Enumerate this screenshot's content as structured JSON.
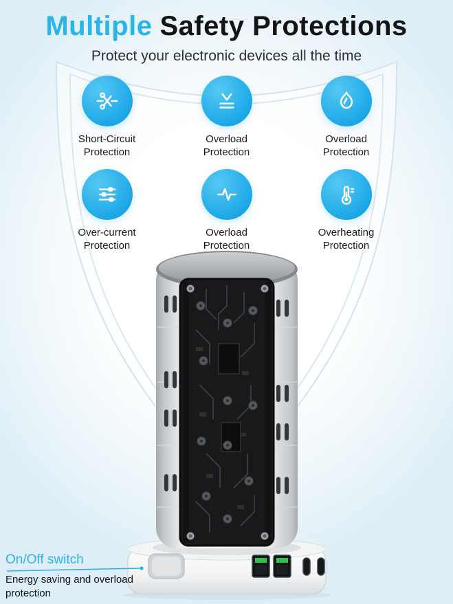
{
  "title": {
    "highlight": "Multiple",
    "rest": "Safety Protections"
  },
  "subtitle": "Protect your electronic devices all the time",
  "features": [
    {
      "icon": "short-circuit-icon",
      "label": "Short-Circuit Protection"
    },
    {
      "icon": "voltage-overload-icon",
      "label": "Overload Protection"
    },
    {
      "icon": "flame-overload-icon",
      "label": "Overload Protection"
    },
    {
      "icon": "over-current-icon",
      "label": "Over-current Protection"
    },
    {
      "icon": "surge-wave-icon",
      "label": "Overload Protection"
    },
    {
      "icon": "thermometer-icon",
      "label": "Overheating Protection"
    }
  ],
  "product": {
    "callout": {
      "label": "On/Off switch",
      "description": "Energy saving and overload protection"
    }
  },
  "colors": {
    "accent_cyan": "#29b4ec",
    "icon_circle": "#1ba7e7",
    "title_dark": "#141414"
  }
}
